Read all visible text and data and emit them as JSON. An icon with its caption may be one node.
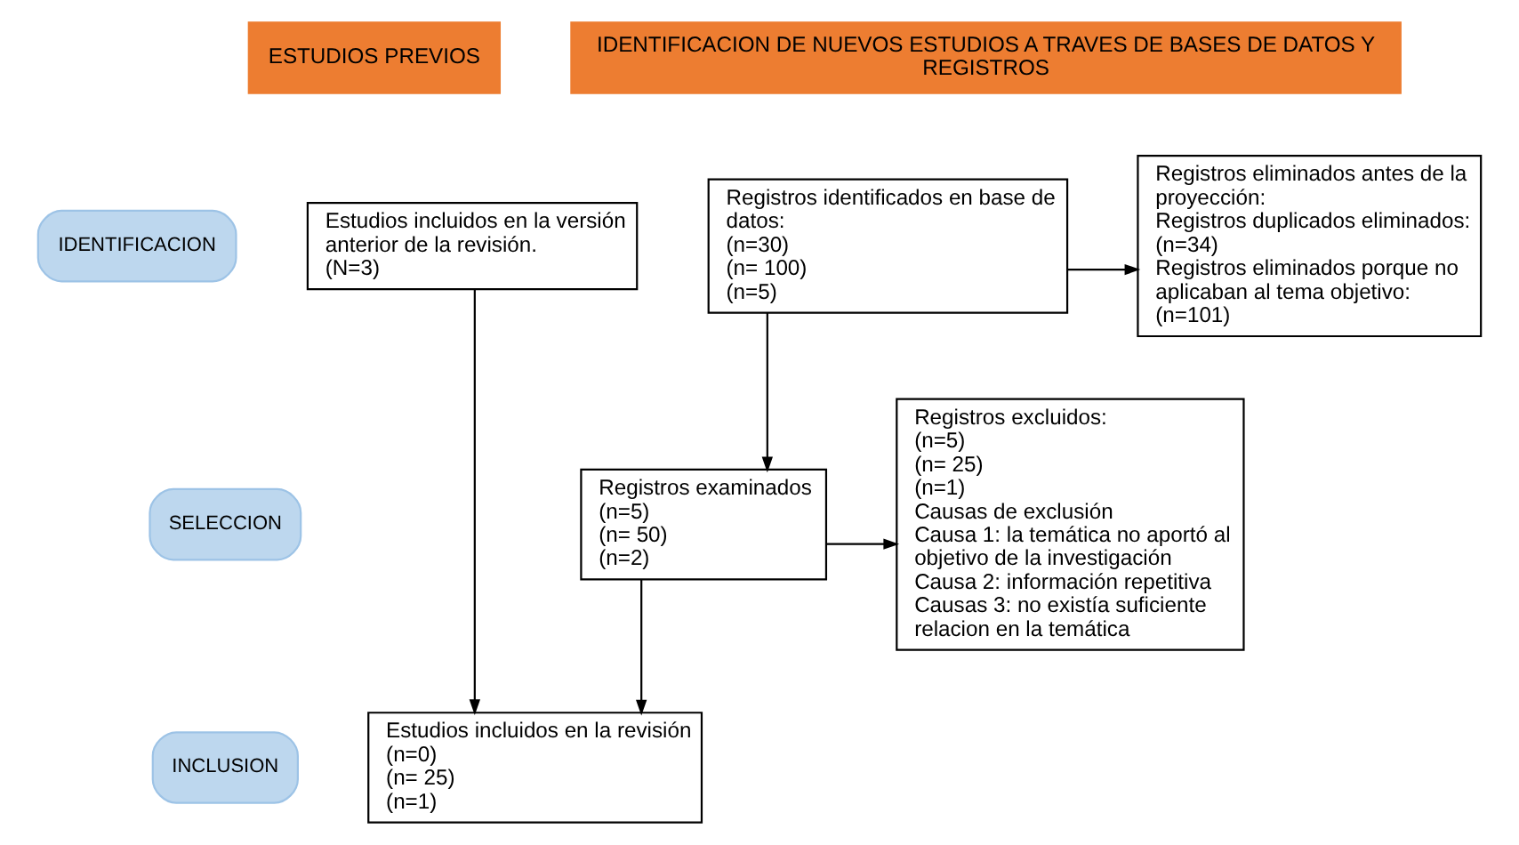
{
  "diagram": {
    "nodes": [
      {
        "text": [
          "ESTUDIOS PREVIOS"
        ]
      },
      {
        "text": [
          "IDENTIFICACION DE NUEVOS ESTUDIOS A TRAVES DE BASES DE DATOS Y REGISTROS"
        ]
      },
      {
        "text": [
          "IDENTIFICACION"
        ]
      },
      {
        "text": [
          "Estudios incluidos en la versión anterior de la revisión.",
          "(N=3)"
        ]
      },
      {
        "text": [
          "Registros identificados en base de datos:",
          "(n=30)",
          "(n= 100)",
          "(n=5)"
        ]
      },
      {
        "text": [
          "Registros eliminados antes de la proyección:",
          "Registros duplicados eliminados: (n=34)",
          "Registros eliminados porque no aplicaban al tema objetivo: (n=101)"
        ]
      },
      {
        "text": [
          "SELECCION"
        ]
      },
      {
        "text": [
          "Registros examinados",
          "(n=5)",
          "(n= 50)",
          "(n=2)"
        ]
      },
      {
        "text": [
          "Registros excluidos:",
          "(n=5)",
          "(n= 25)",
          "(n=1)",
          "Causas de exclusión",
          "Causa 1: la temática no aportó al objetivo de la investigación",
          "Causa 2: información repetitiva",
          "Causas 3: no existía suficiente relacion en la temática"
        ]
      },
      {
        "text": [
          "INCLUSION"
        ]
      },
      {
        "text": [
          "Estudios incluidos en la revisión",
          "(n=0)",
          "(n= 25)",
          "(n=1)"
        ]
      }
    ],
    "edges": [
      {
        "from": 4,
        "to": 5,
        "arrow": "to"
      },
      {
        "from": 4,
        "to": 7,
        "arrow": "to"
      },
      {
        "from": 7,
        "to": 8,
        "arrow": "to"
      },
      {
        "from": 7,
        "to": 10,
        "arrow": "to"
      },
      {
        "from": 3,
        "to": 10,
        "arrow": "to"
      }
    ]
  }
}
